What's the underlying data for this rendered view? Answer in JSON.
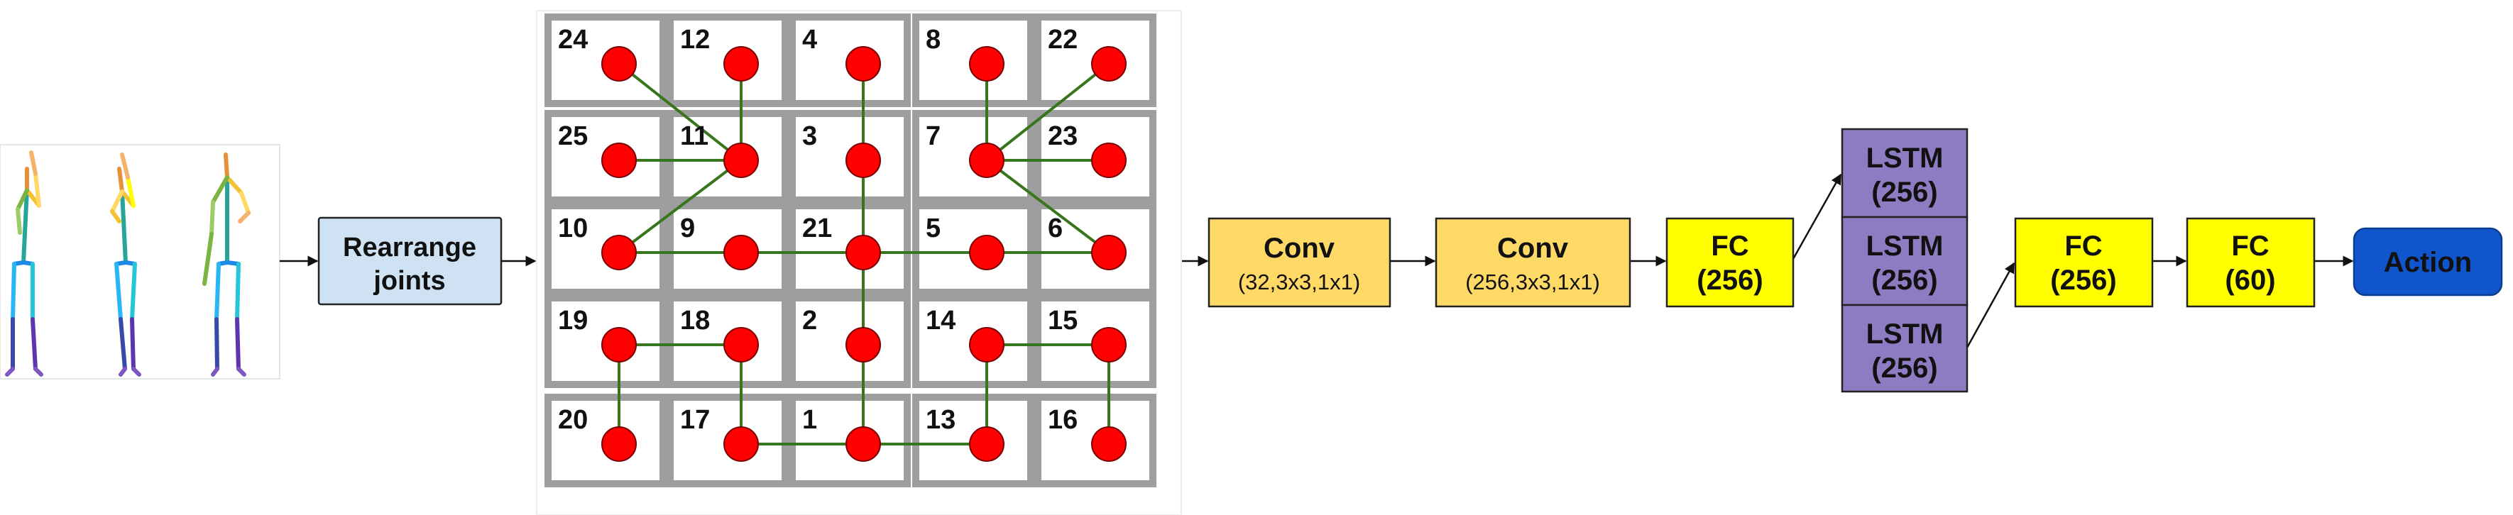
{
  "colors": {
    "rearrange_fill": "#cfe2f3",
    "conv_fill": "#ffd966",
    "fc_fill": "#ffff00",
    "lstm_fill": "#8e7cc3",
    "action_fill": "#1155cc",
    "joint_fill": "#ff0000",
    "bone_color": "#38761d",
    "grid_color": "#9e9e9e"
  },
  "blocks": {
    "rearrange": {
      "line1": "Rearrange",
      "line2": "joints"
    },
    "conv1": {
      "line1": "Conv",
      "line2": "(32,3x3,1x1)"
    },
    "conv2": {
      "line1": "Conv",
      "line2": "(256,3x3,1x1)"
    },
    "fc1": {
      "line1": "FC",
      "line2": "(256)"
    },
    "lstm": [
      {
        "line1": "LSTM",
        "line2": "(256)"
      },
      {
        "line1": "LSTM",
        "line2": "(256)"
      },
      {
        "line1": "LSTM",
        "line2": "(256)"
      }
    ],
    "fc2": {
      "line1": "FC",
      "line2": "(256)"
    },
    "fc3": {
      "line1": "FC",
      "line2": "(60)"
    },
    "action": {
      "label": "Action"
    }
  },
  "grid": {
    "rows": [
      [
        "24",
        "12",
        "4",
        "8",
        "22"
      ],
      [
        "25",
        "11",
        "3",
        "7",
        "23"
      ],
      [
        "10",
        "9",
        "21",
        "5",
        "6"
      ],
      [
        "19",
        "18",
        "2",
        "14",
        "15"
      ],
      [
        "20",
        "17",
        "1",
        "13",
        "16"
      ]
    ],
    "bones": [
      [
        "24",
        "11"
      ],
      [
        "12",
        "11"
      ],
      [
        "25",
        "11"
      ],
      [
        "10",
        "11"
      ],
      [
        "4",
        "3"
      ],
      [
        "3",
        "21"
      ],
      [
        "8",
        "7"
      ],
      [
        "22",
        "7"
      ],
      [
        "23",
        "7"
      ],
      [
        "6",
        "7"
      ],
      [
        "10",
        "9"
      ],
      [
        "9",
        "21"
      ],
      [
        "21",
        "5"
      ],
      [
        "5",
        "6"
      ],
      [
        "21",
        "2"
      ],
      [
        "2",
        "1"
      ],
      [
        "19",
        "18"
      ],
      [
        "19",
        "20"
      ],
      [
        "18",
        "17"
      ],
      [
        "17",
        "1"
      ],
      [
        "1",
        "13"
      ],
      [
        "13",
        "14"
      ],
      [
        "14",
        "15"
      ],
      [
        "15",
        "16"
      ]
    ]
  }
}
